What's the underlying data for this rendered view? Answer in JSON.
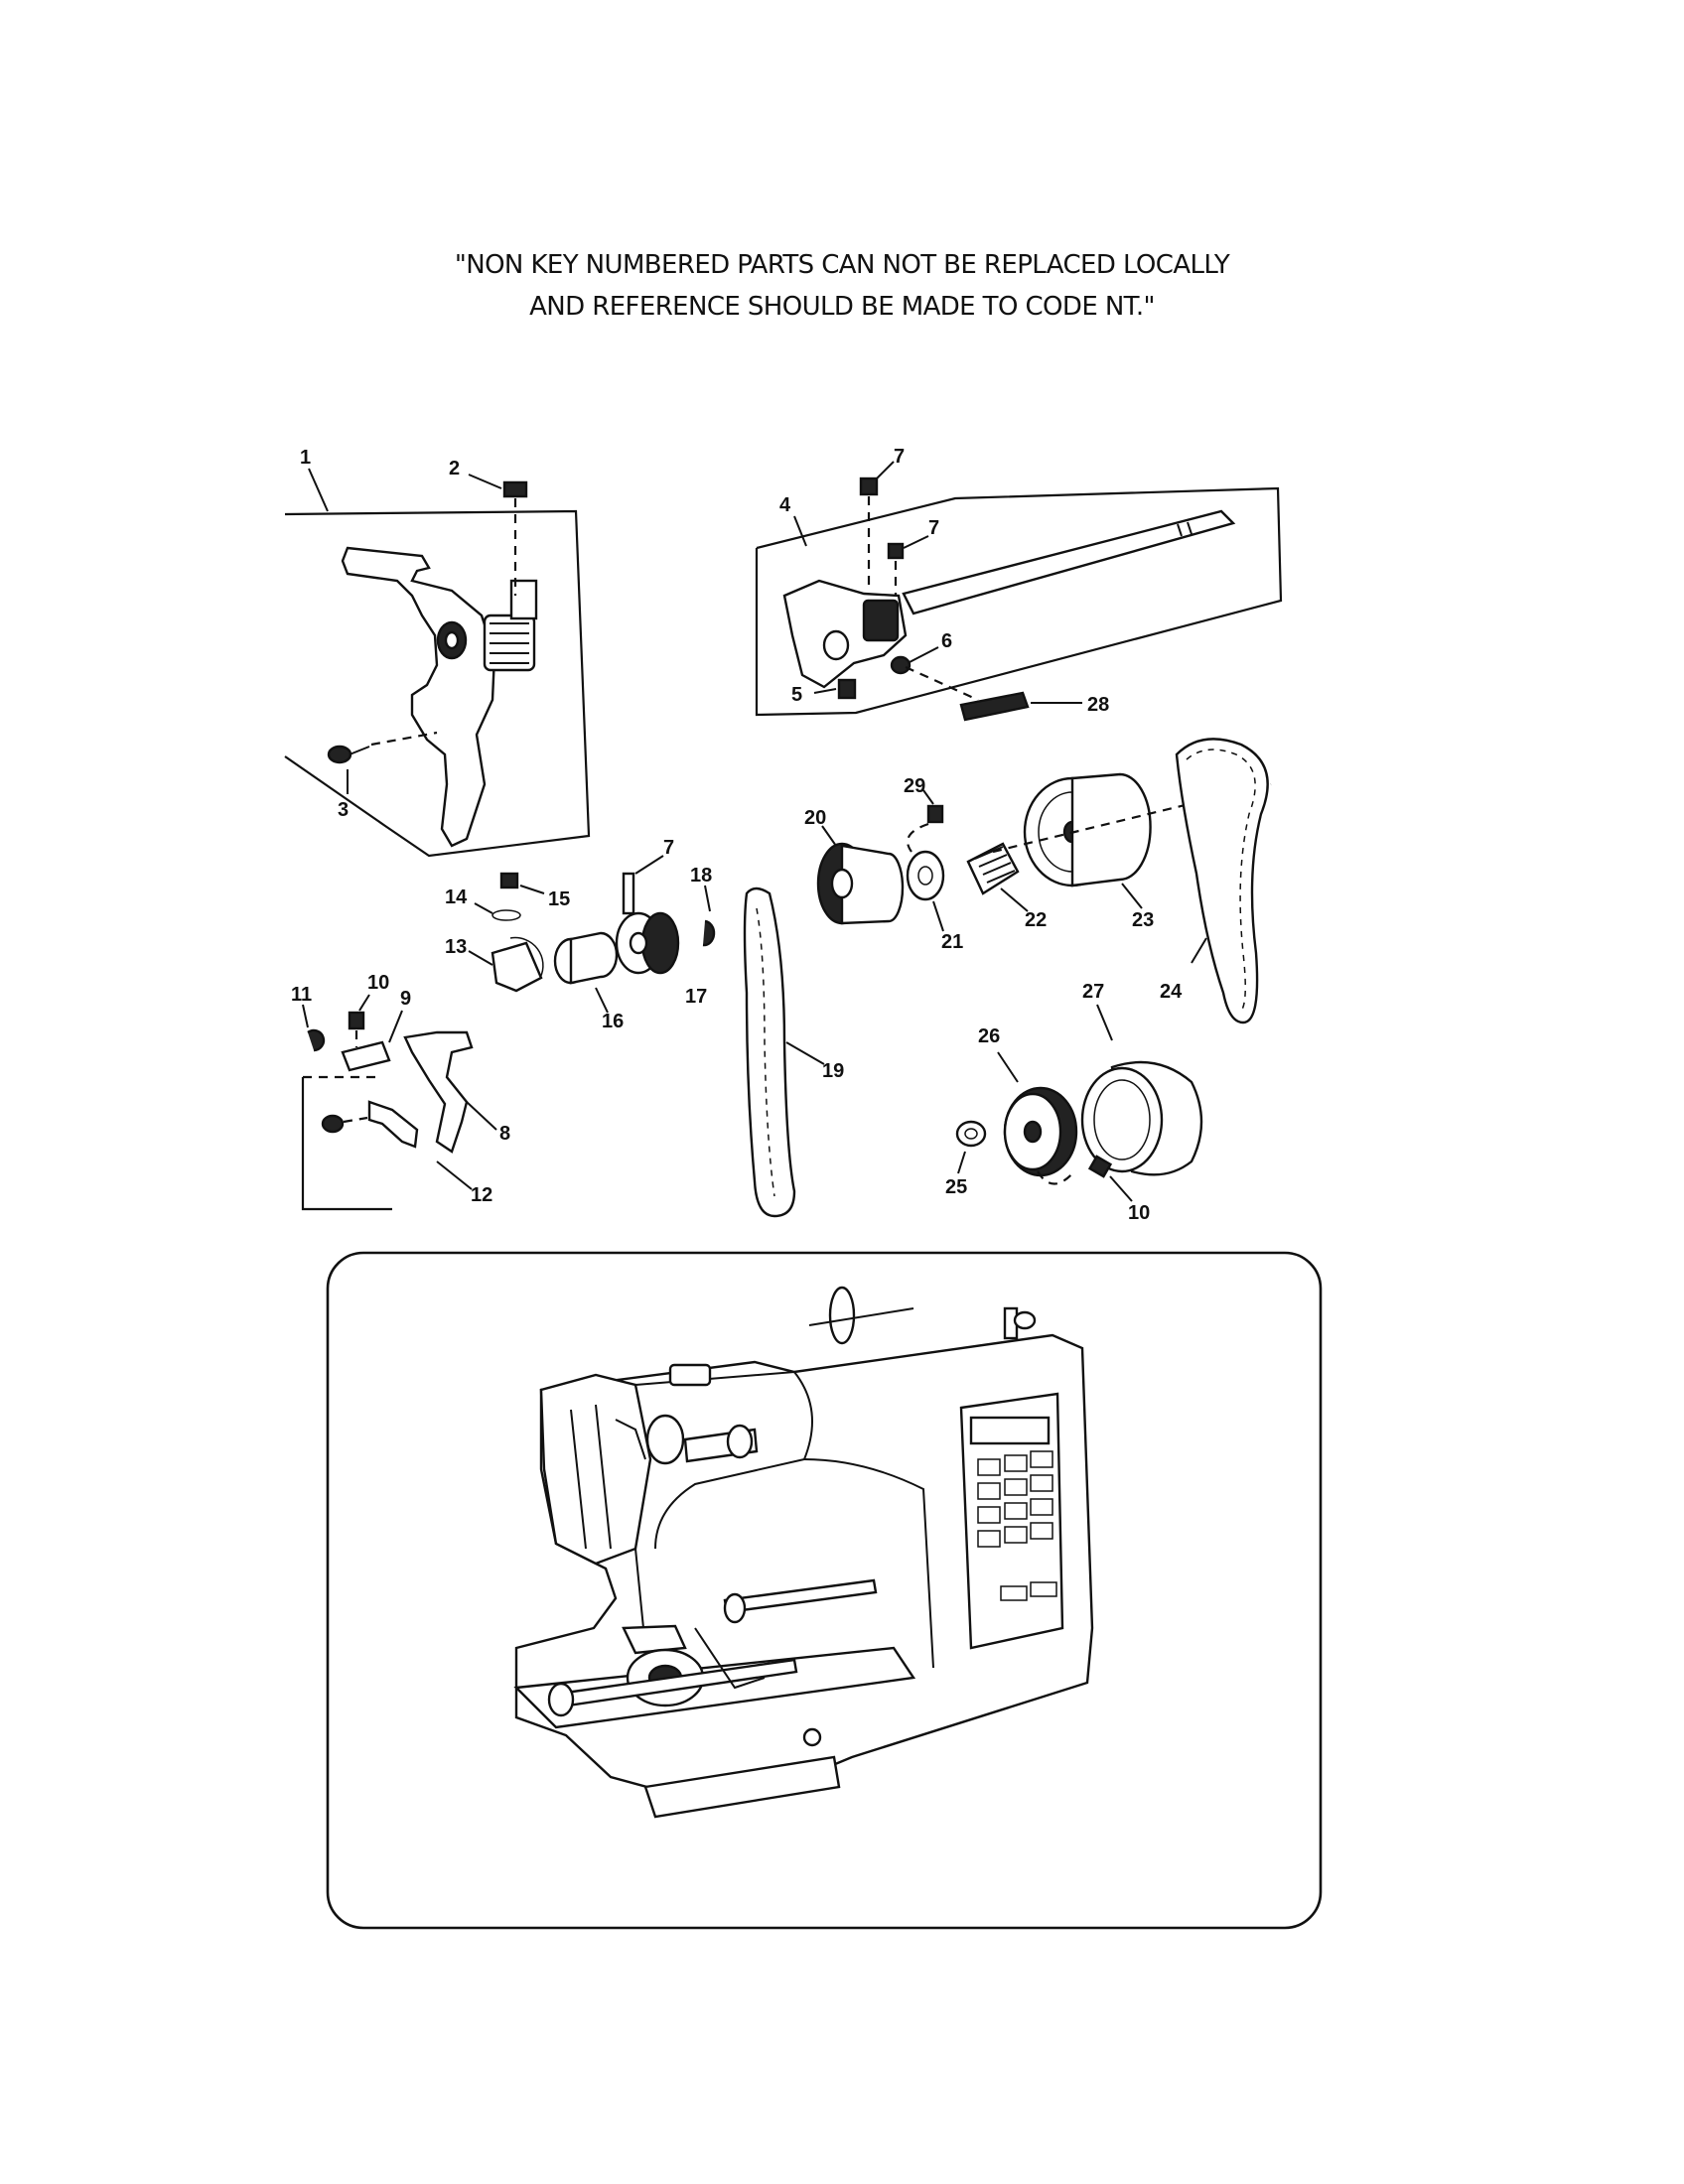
{
  "notice": {
    "line1": "\"NON KEY NUMBERED PARTS CAN NOT BE REPLACED LOCALLY",
    "line2": "AND REFERENCE SHOULD BE MADE TO CODE NT.\""
  },
  "callouts": {
    "c1": "1",
    "c2": "2",
    "c3": "3",
    "c4": "4",
    "c5": "5",
    "c6": "6",
    "c7a": "7",
    "c7b": "7",
    "c7c": "7",
    "c8": "8",
    "c9": "9",
    "c10a": "10",
    "c10b": "10",
    "c11": "11",
    "c12": "12",
    "c13": "13",
    "c14": "14",
    "c15": "15",
    "c16": "16",
    "c17": "17",
    "c18": "18",
    "c19": "19",
    "c20": "20",
    "c21": "21",
    "c22": "22",
    "c23": "23",
    "c24": "24",
    "c25": "25",
    "c26": "26",
    "c27": "27",
    "c28": "28",
    "c29": "29"
  }
}
